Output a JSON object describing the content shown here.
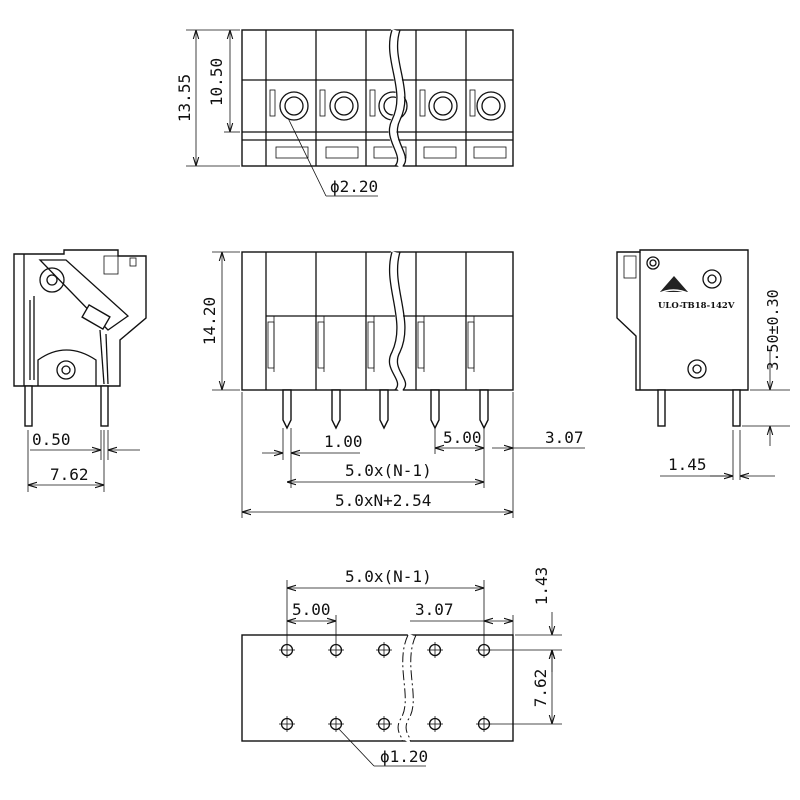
{
  "top_view": {
    "height_total": "13.55",
    "height_body": "10.50",
    "screw_diameter": "ϕ2.20"
  },
  "side_view_left": {
    "pin_width": "0.50",
    "pin_row_spacing": "7.62"
  },
  "front_view": {
    "height": "14.20",
    "pin_thickness": "1.00",
    "pitch": "5.00",
    "end_offset": "3.07",
    "span_pitch": "5.0x(N-1)",
    "total_length": "5.0xN+2.54"
  },
  "side_view_right": {
    "logo_text": "ULO-TB18-142V",
    "height_above_pcb": "3.50±0.30",
    "pin_offset": "1.45"
  },
  "pcb_layout": {
    "span_pitch": "5.0x(N-1)",
    "pitch": "5.00",
    "end_offset": "3.07",
    "edge_offset": "1.43",
    "row_spacing": "7.62",
    "hole_diameter": "ϕ1.20"
  }
}
